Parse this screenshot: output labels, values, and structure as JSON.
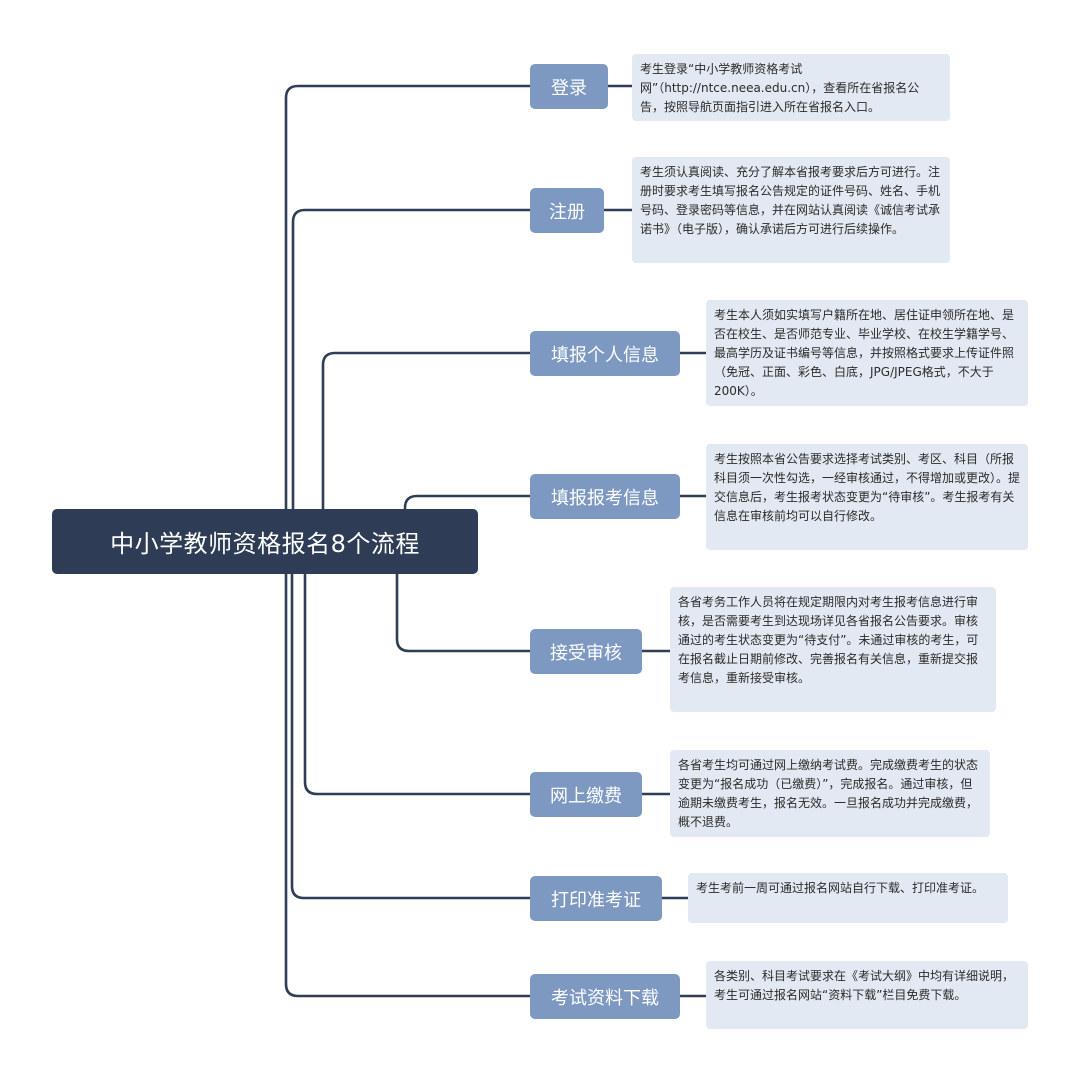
{
  "root": {
    "title": "中小学教师资格报名8个流程"
  },
  "steps": [
    {
      "label": "登录",
      "note": "考生登录“中小学教师资格考试网”（http://ntce.neea.edu.cn），查看所在省报名公告，按照导航页面指引进入所在省报名入口。"
    },
    {
      "label": "注册",
      "note": "考生须认真阅读、充分了解本省报考要求后方可进行。注册时要求考生填写报名公告规定的证件号码、姓名、手机号码、登录密码等信息，并在网站认真阅读《诚信考试承诺书》（电子版），确认承诺后方可进行后续操作。"
    },
    {
      "label": "填报个人信息",
      "note": "考生本人须如实填写户籍所在地、居住证申领所在地、是否在校生、是否师范专业、毕业学校、在校生学籍学号、最高学历及证书编号等信息，并按照格式要求上传证件照（免冠、正面、彩色、白底，JPG/JPEG格式，不大于200K）。"
    },
    {
      "label": "填报报考信息",
      "note": "考生按照本省公告要求选择考试类别、考区、科目（所报科目须一次性勾选，一经审核通过，不得增加或更改）。提交信息后，考生报考状态变更为“待审核”。考生报考有关信息在审核前均可以自行修改。"
    },
    {
      "label": "接受审核",
      "note": "各省考务工作人员将在规定期限内对考生报考信息进行审核，是否需要考生到达现场详见各省报名公告要求。审核通过的考生状态变更为“待支付”。未通过审核的考生，可在报名截止日期前修改、完善报名有关信息，重新提交报考信息，重新接受审核。"
    },
    {
      "label": "网上缴费",
      "note": "各省考生均可通过网上缴纳考试费。完成缴费考生的状态变更为“报名成功（已缴费）”，完成报名。通过审核，但逾期未缴费考生，报名无效。一旦报名成功并完成缴费，概不退费。"
    },
    {
      "label": "打印准考证",
      "note": "考生考前一周可通过报名网站自行下载、打印准考证。"
    },
    {
      "label": "考试资料下载",
      "note": "各类别、科目考试要求在《考试大纲》中均有详细说明，考生可通过报名网站“资料下载”栏目免费下载。"
    }
  ]
}
